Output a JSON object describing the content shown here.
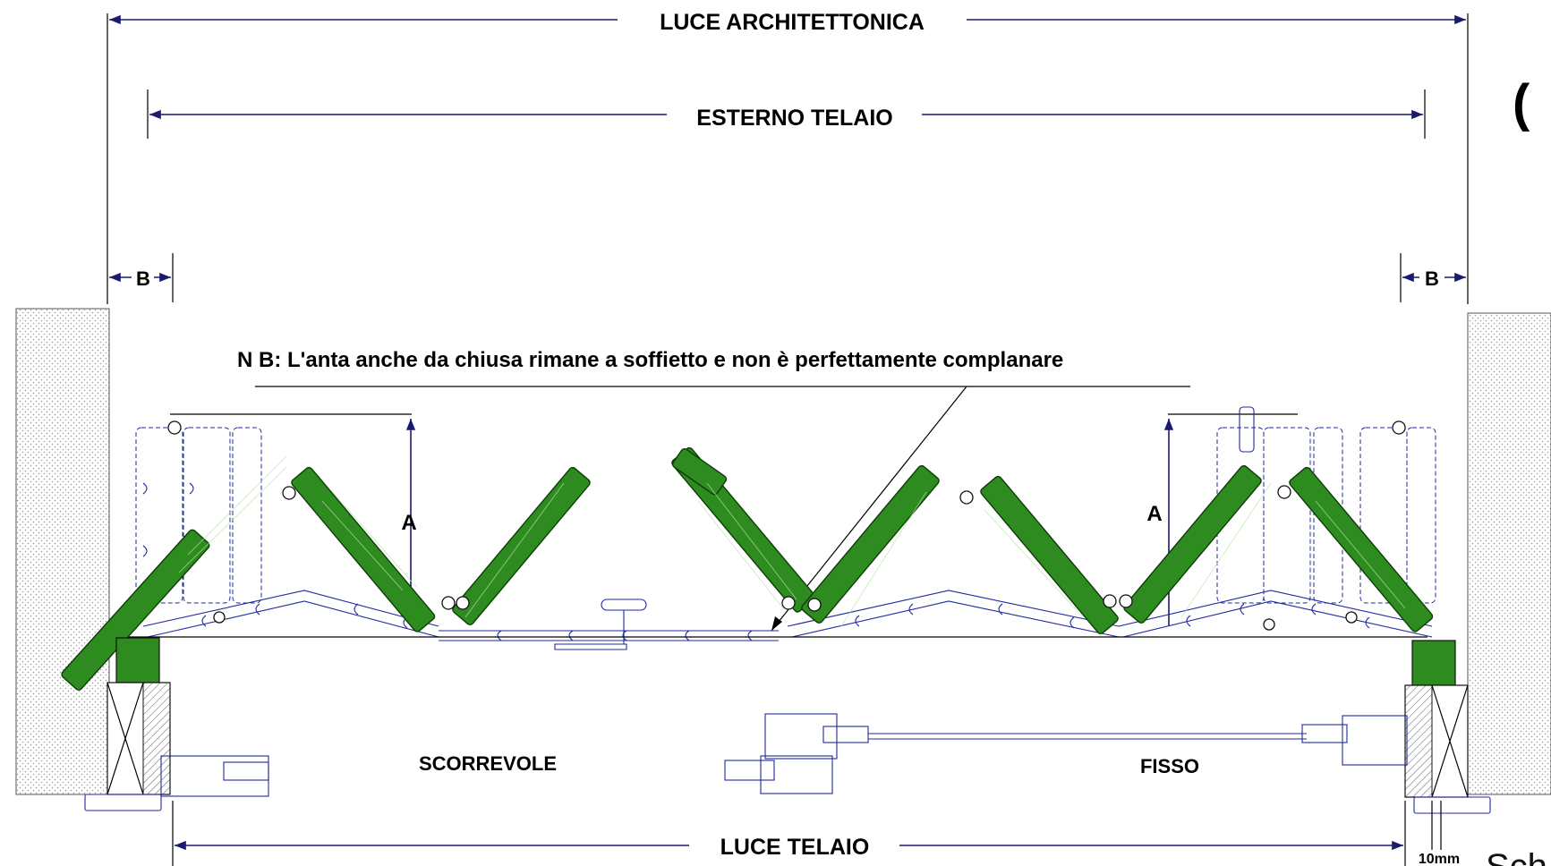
{
  "labels": {
    "luce_architettonica": "LUCE  ARCHITETTONICA",
    "esterno_telaio": "ESTERNO TELAIO",
    "b_left": "B",
    "b_right": "B",
    "note": "N B:  L'anta anche da chiusa rimane a soffietto e non è perfettamente complanare",
    "a_left": "A",
    "a_right": "A",
    "scorrevole": "SCORREVOLE",
    "fisso": "FISSO",
    "luce_telaio": "LUCE TELAIO",
    "ten_mm": "10mm",
    "corner_fragment": "Sch"
  },
  "colors": {
    "panel_fill": "#2e8b1f",
    "outline": "#1f2a9c",
    "wall_hatch": "#9a9a9a"
  }
}
